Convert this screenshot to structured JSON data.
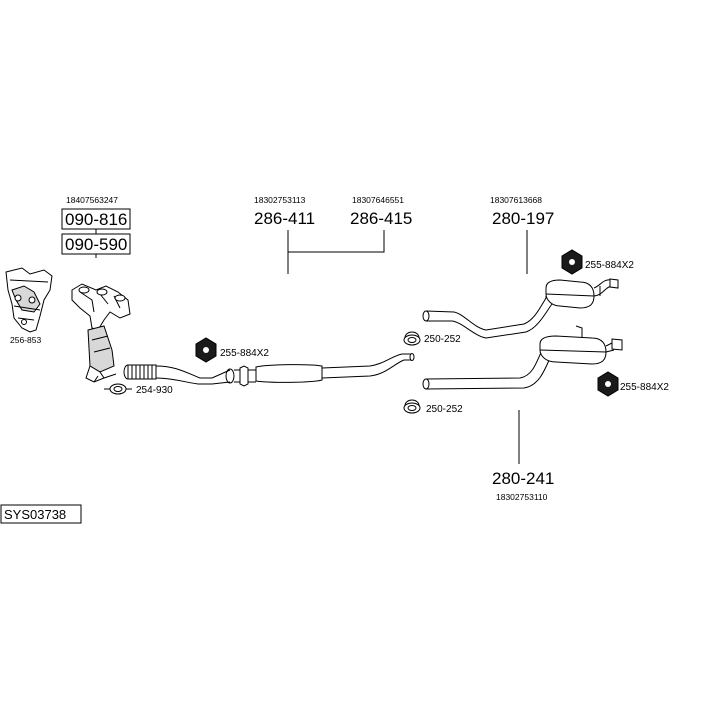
{
  "system_code": "SYS03738",
  "manifold_group": {
    "oem": "18407563247",
    "part_a": "090-816",
    "part_b": "090-590"
  },
  "heat_shield": {
    "part": "256-853"
  },
  "clamp_front": {
    "part": "254-930"
  },
  "mount_front": {
    "part": "255-884X2"
  },
  "center_group": {
    "oem_a": "18302753113",
    "part_a": "286-411",
    "oem_b": "18307646551",
    "part_b": "286-415"
  },
  "rear_upper": {
    "oem": "18307613668",
    "part": "280-197",
    "mount": "255-884X2",
    "clamp": "250-252"
  },
  "rear_lower": {
    "oem": "18302753110",
    "part": "280-241",
    "mount": "255-884X2",
    "clamp": "250-252"
  }
}
